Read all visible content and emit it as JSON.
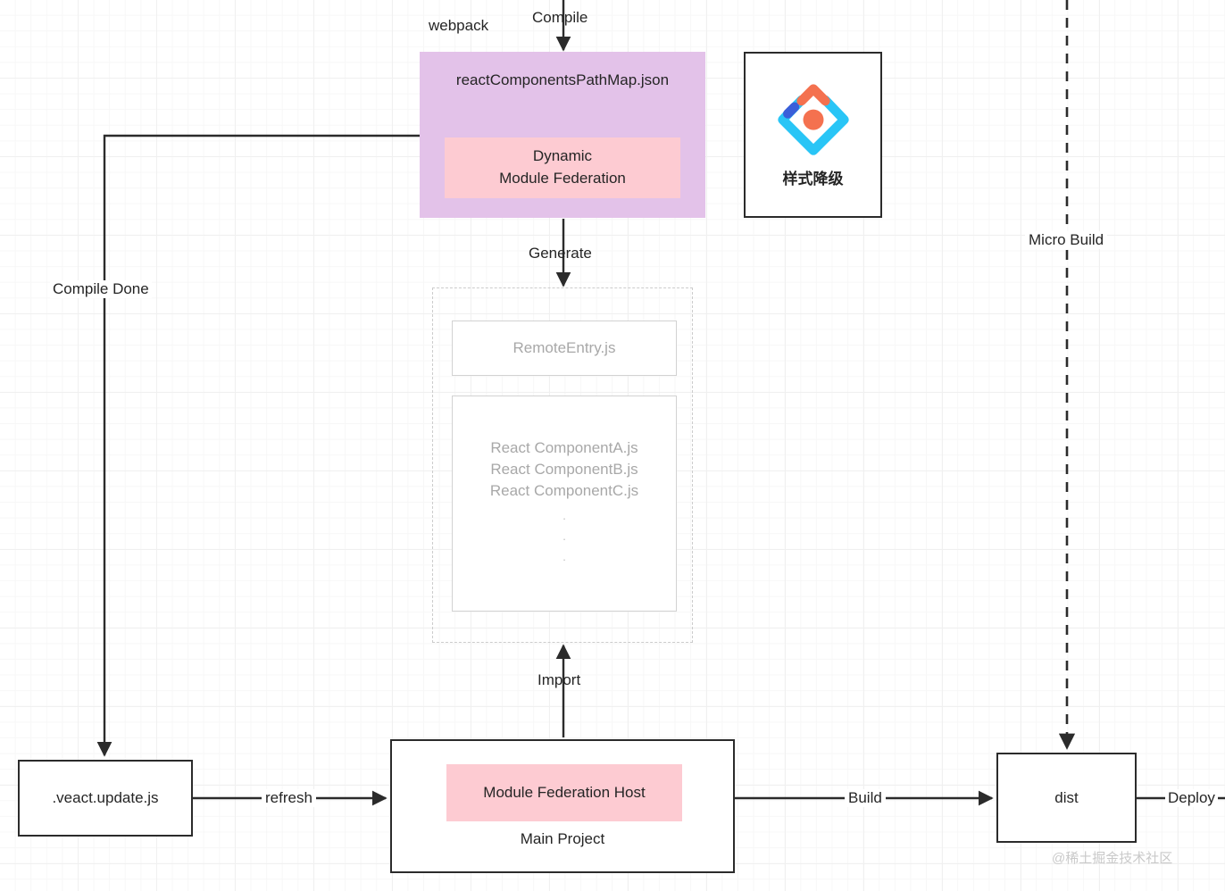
{
  "diagram": {
    "title": "Dynamic Module Federation build pipeline",
    "watermark": "@稀土掘金技术社区",
    "colors": {
      "purple_group": "#e3c2e9",
      "pink_block": "#fdcbd2",
      "node_border": "#2b2b2b",
      "muted_text": "#a8a8a8",
      "grid_line": "#f0f0f0",
      "logo_cyan": "#29c5f6",
      "logo_orange": "#f4714f",
      "logo_blue": "#3a5fd9"
    }
  },
  "nodes": {
    "compile_group": {
      "title": "reactComponentsPathMap.json",
      "inner_line1": "Dynamic",
      "inner_line2": "Module Federation"
    },
    "logo_card": {
      "caption": "样式降级",
      "icon": "juejin-diamond-logo"
    },
    "generated_bundle": {
      "remote_entry": "RemoteEntry.js",
      "components": [
        "React ComponentA.js",
        "React ComponentB.js",
        "React ComponentC.js"
      ],
      "ellipsis": "·\n·\n·"
    },
    "main_project": {
      "host_label": "Module Federation Host",
      "name": "Main Project"
    },
    "veact_update": {
      "label": ".veact.update.js"
    },
    "dist": {
      "label": "dist"
    }
  },
  "edges": {
    "webpack": "webpack",
    "compile": "Compile",
    "generate": "Generate",
    "import": "Import",
    "compile_done": "Compile Done",
    "micro_build": "Micro Build",
    "refresh": "refresh",
    "build": "Build",
    "deploy": "Deploy"
  }
}
